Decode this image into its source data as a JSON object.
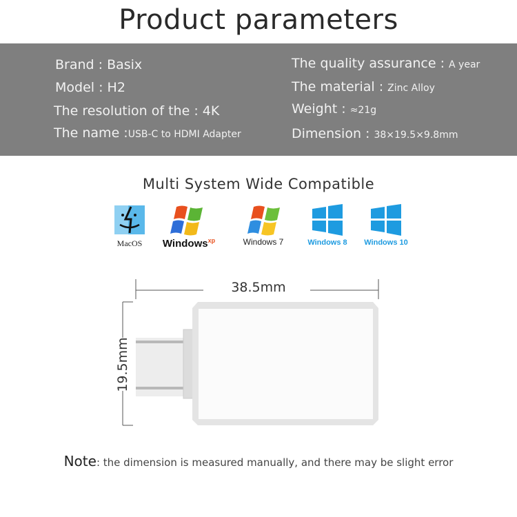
{
  "header": {
    "title": "Product parameters"
  },
  "params": {
    "left": [
      {
        "label": "Brand : ",
        "value": "Basix"
      },
      {
        "label": "Model : ",
        "value": "H2"
      },
      {
        "label": "The resolution of the : ",
        "value": "4K"
      },
      {
        "label": "The name :",
        "value": "USB-C to HDMI Adapter"
      }
    ],
    "right": [
      {
        "label": "The quality assurance : ",
        "value": "A year"
      },
      {
        "label": "The material : ",
        "value": "Zinc Alloy"
      },
      {
        "label": "Weight : ",
        "value": "≈21g"
      },
      {
        "label": "Dimension : ",
        "value": "38×19.5×9.8mm"
      }
    ]
  },
  "compatibility": {
    "title": "Multi System Wide Compatible",
    "systems": [
      {
        "name": "MacOS",
        "icon": "macos-finder-icon"
      },
      {
        "name": "Windows",
        "sup": "xp",
        "icon": "windows-xp-icon"
      },
      {
        "name": "Windows 7",
        "icon": "windows-7-icon"
      },
      {
        "name": "Windows 8",
        "icon": "windows-8-icon"
      },
      {
        "name": "Windows 10",
        "icon": "windows-10-icon"
      }
    ],
    "colors": {
      "win_blue": "#1e9be0",
      "mac_blue": "#5ab8ea"
    }
  },
  "diagram": {
    "width_label": "38.5mm",
    "height_label": "19.5mm"
  },
  "note": {
    "prefix": "Note",
    "text": ": the dimension is measured manually, and there may be slight error"
  }
}
